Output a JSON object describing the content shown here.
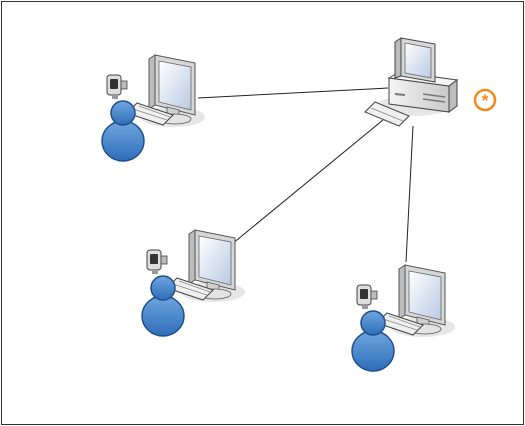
{
  "diagram": {
    "kind": "network-topology",
    "server": {
      "icon": "server-computer-icon",
      "badge_icon": "asterisk-pbx-icon",
      "badge_color": "#f08a1c"
    },
    "clients": [
      {
        "id": "client-top-left",
        "icons": [
          "monitor-icon",
          "keyboard-icon",
          "webcam-icon",
          "user-icon"
        ]
      },
      {
        "id": "client-bottom-left",
        "icons": [
          "monitor-icon",
          "keyboard-icon",
          "webcam-icon",
          "user-icon"
        ]
      },
      {
        "id": "client-bottom-right",
        "icons": [
          "monitor-icon",
          "keyboard-icon",
          "webcam-icon",
          "user-icon"
        ]
      }
    ],
    "links": [
      {
        "from": "server",
        "to": "client-top-left"
      },
      {
        "from": "server",
        "to": "client-bottom-left"
      },
      {
        "from": "server",
        "to": "client-bottom-right"
      }
    ],
    "colors": {
      "user": "#3a78c2",
      "user_dark": "#1f4f8a",
      "screen": "#dfe8f5",
      "device": "#e9e9e9",
      "line": "#222222"
    }
  }
}
